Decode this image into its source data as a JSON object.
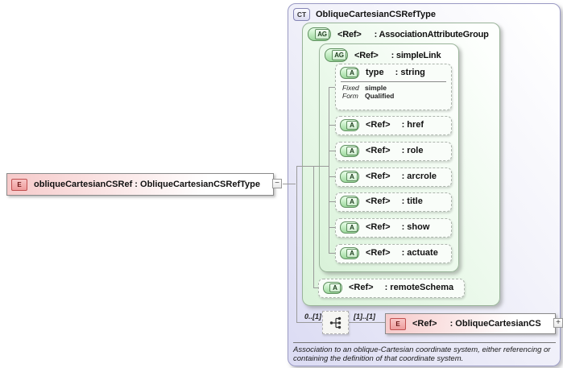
{
  "source": {
    "badge": "E",
    "label": "obliqueCartesianCSRef : ObliqueCartesianCSRefType",
    "collapse_glyph": "−"
  },
  "ct": {
    "badge": "CT",
    "title": "ObliqueCartesianCSRefType",
    "ag": {
      "badge": "AG",
      "name": "<Ref>",
      "type": ": AssociationAttributeGroup",
      "simpleLink": {
        "badge": "AG",
        "name": "<Ref>",
        "type": ": simpleLink",
        "attrType": {
          "badge": "A",
          "name": "type",
          "type": ": string",
          "facet1_label": "Fixed",
          "facet1_value": "simple",
          "facet2_label": "Form",
          "facet2_value": "Qualified"
        },
        "attrs": [
          {
            "badge": "A",
            "name": "<Ref>",
            "type": ": href"
          },
          {
            "badge": "A",
            "name": "<Ref>",
            "type": ": role"
          },
          {
            "badge": "A",
            "name": "<Ref>",
            "type": ": arcrole"
          },
          {
            "badge": "A",
            "name": "<Ref>",
            "type": ": title"
          },
          {
            "badge": "A",
            "name": "<Ref>",
            "type": ": show"
          },
          {
            "badge": "A",
            "name": "<Ref>",
            "type": ": actuate"
          }
        ]
      },
      "remoteSchema": {
        "badge": "A",
        "name": "<Ref>",
        "type": ": remoteSchema"
      }
    },
    "sequence": {
      "occurrence_left": "0..[1]",
      "occurrence_right": "[1]..[1]"
    },
    "child_element": {
      "badge": "E",
      "name": "<Ref>",
      "type": ": ObliqueCartesianCS",
      "expand_glyph": "+"
    },
    "annotation": "Association to an oblique-Cartesian coordinate system, either referencing or containing the definition of that coordinate system."
  },
  "colors": {
    "ct_fill": "#dbdbf3",
    "ag_fill": "#d9f2d9",
    "element_fill": "#f6caca",
    "accent_green": "#5f8f5f",
    "accent_red": "#c05050",
    "accent_purple": "#8585b5",
    "line": "#9a9a9a"
  }
}
